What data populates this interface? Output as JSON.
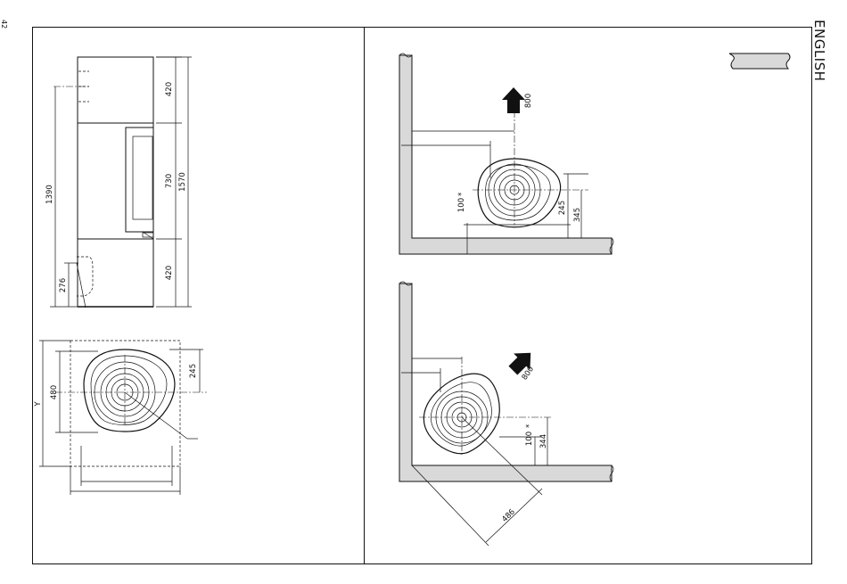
{
  "page": {
    "number": "42",
    "language_heading": "ENGLISH"
  },
  "side_view": {
    "dims": {
      "top_module": "420",
      "middle_module": "730",
      "bottom_module": "420",
      "total_height": "1570",
      "flue_outlet_height": "1390",
      "air_inlet_height": "276"
    }
  },
  "plan_view": {
    "dims": {
      "depth": "480",
      "y": "Y",
      "center_offset": "245"
    }
  },
  "wall_install": {
    "dims": {
      "top_clearance": "800",
      "floor_clearance": "100",
      "wall_offset": "245",
      "center_distance": "345"
    }
  },
  "corner_install": {
    "dims": {
      "top_clearance": "800",
      "floor_clearance": "100",
      "center_distance": "344",
      "diagonal": "486"
    }
  },
  "colors": {
    "wall_fill": "#d9d9d9",
    "line": "#111111"
  }
}
